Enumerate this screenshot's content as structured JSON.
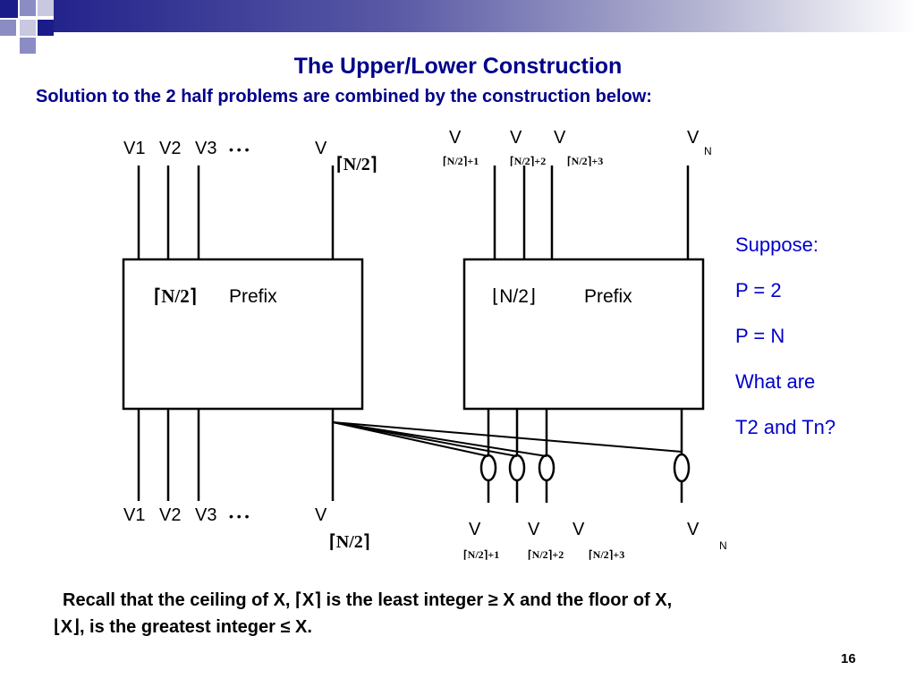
{
  "title": "The Upper/Lower Construction",
  "subtitle": "Solution to the 2 half  problems are combined by the construction below:",
  "diagram": {
    "left_block": {
      "size": "⌈N/2⌉",
      "label": "Prefix"
    },
    "right_block": {
      "size": "⌊N/2⌋",
      "label": "Prefix"
    },
    "top_inputs_left": [
      "V1",
      "V2",
      "V3",
      "• • •"
    ],
    "top_inputs_left_last": {
      "v": "V",
      "sub": "⌈N/2⌉"
    },
    "top_inputs_right": [
      {
        "v": "V",
        "sub": "⌈N/2⌉+1"
      },
      {
        "v": "V",
        "sub": "⌈N/2⌉+2"
      },
      {
        "v": "V",
        "sub": "⌈N/2⌉+3"
      }
    ],
    "top_inputs_right_last": {
      "v": "V",
      "sub": "N"
    },
    "bottom_outputs_left": [
      "V1",
      "V2",
      "V3",
      "• • •"
    ],
    "bottom_outputs_left_last": {
      "v": "V",
      "sub": "⌈N/2⌉"
    },
    "bottom_outputs_right": [
      {
        "v": "V",
        "sub": "⌈N/2⌉+1"
      },
      {
        "v": "V",
        "sub": "⌈N/2⌉+2"
      },
      {
        "v": "V",
        "sub": "⌈N/2⌉+3"
      }
    ],
    "bottom_outputs_right_last": {
      "v": "V",
      "sub": "N"
    }
  },
  "suppose": [
    "Suppose:",
    "P = 2",
    "P = N",
    "What are",
    "T2 and Tn?"
  ],
  "recall": {
    "line1": "Recall that the ceiling of X, ⌈X⌉ is the least integer ≥  X and the floor of X,",
    "line2": "⌊X⌋, is the greatest integer ≤ X."
  },
  "slide_number": "16",
  "colors": {
    "title": "#00008b",
    "suppose": "#0000cc",
    "header_dark": "#23238c"
  }
}
